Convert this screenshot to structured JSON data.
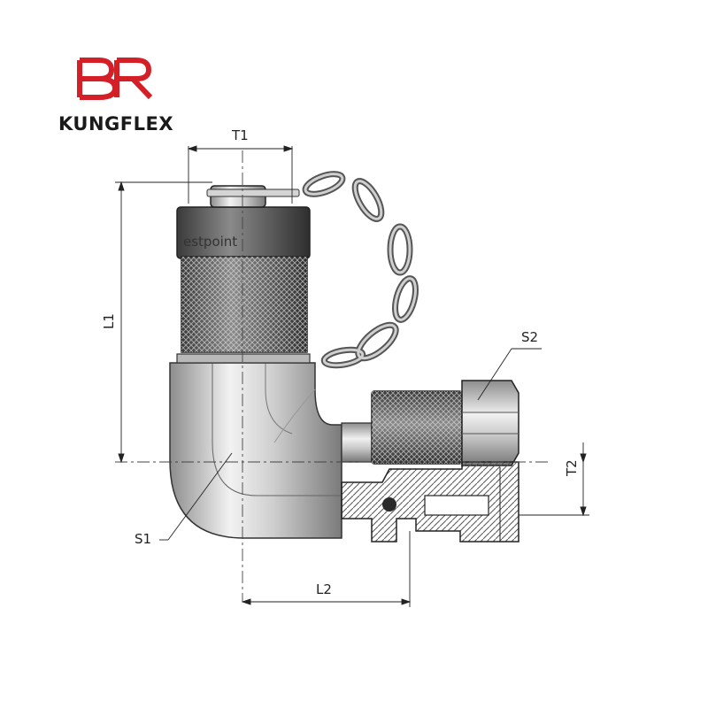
{
  "brand": {
    "logo_letters": "BR",
    "company_name": "KUNGFLEX",
    "logo_color": "#d51f26"
  },
  "drawing": {
    "cap_marking": "estpoint",
    "dimensions": {
      "t1": "T1",
      "l1": "L1",
      "s1": "S1",
      "s2": "S2",
      "t2": "T2",
      "l2": "L2"
    }
  }
}
